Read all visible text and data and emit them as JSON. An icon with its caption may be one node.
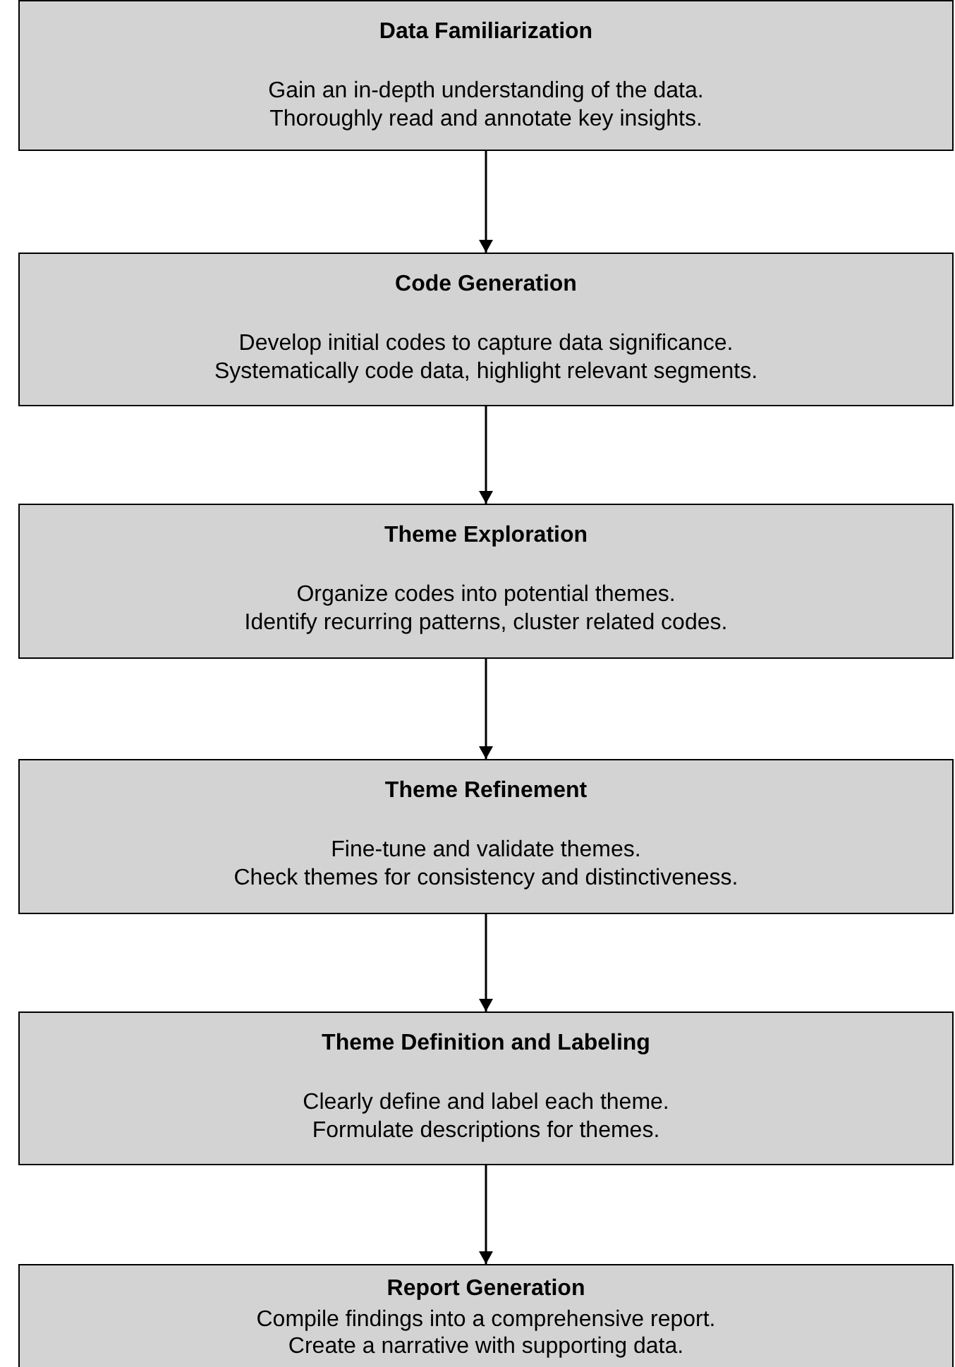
{
  "diagram": {
    "nodes": [
      {
        "text": [
          "Data Familiarization",
          "Gain an in-depth understanding of the data.",
          "Thoroughly read and annotate key insights."
        ]
      },
      {
        "text": [
          "Code Generation",
          "Develop initial codes to capture data significance.",
          "Systematically code data, highlight relevant segments."
        ]
      },
      {
        "text": [
          "Theme Exploration",
          "Organize codes into potential themes.",
          "Identify recurring patterns, cluster related codes."
        ]
      },
      {
        "text": [
          "Theme Refinement",
          "Fine-tune and validate themes.",
          "Check themes for consistency and distinctiveness."
        ]
      },
      {
        "text": [
          "Theme Definition and Labeling",
          "Clearly define and label each theme.",
          "Formulate descriptions for themes."
        ]
      },
      {
        "text": [
          "Report Generation",
          "Compile findings into a comprehensive report.",
          "Create a narrative with supporting data."
        ]
      }
    ],
    "edges": [
      {
        "from": 0,
        "to": 1,
        "arrow": "to"
      },
      {
        "from": 1,
        "to": 2,
        "arrow": "to"
      },
      {
        "from": 2,
        "to": 3,
        "arrow": "to"
      },
      {
        "from": 3,
        "to": 4,
        "arrow": "to"
      },
      {
        "from": 4,
        "to": 5,
        "arrow": "to"
      }
    ]
  }
}
